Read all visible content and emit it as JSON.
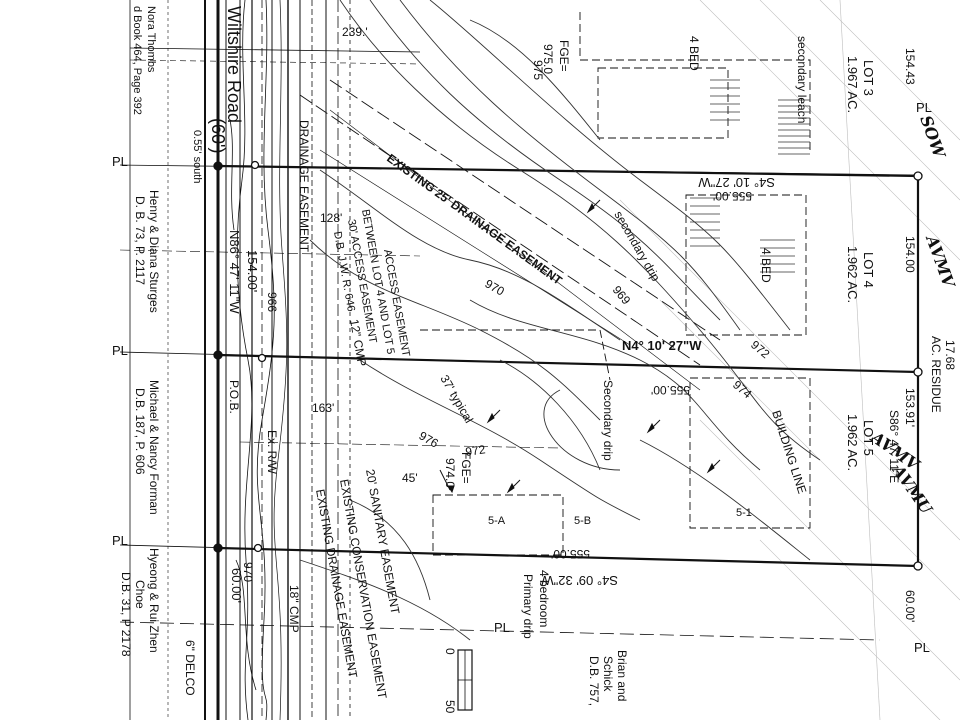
{
  "owners": {
    "nora": [
      "Nora Thombs",
      "d Book 464, Page 392"
    ],
    "sturges": [
      "Henry & Diana Sturges",
      "D. B. 73, P. 2117"
    ],
    "forman": [
      "Michael & Nancy Forman",
      "D.B. 187, P. 606"
    ],
    "choe": [
      "Hyeong & Rui Zhen",
      "Choe",
      "D.B. 31, P 2178"
    ],
    "schick": [
      "Brian and",
      "Schick",
      "D.B. 757,"
    ]
  },
  "lots": {
    "lot3": {
      "name": "LOT 3",
      "area": "1.967 AC."
    },
    "lot4": {
      "name": "LOT 4",
      "area": "1.962 AC."
    },
    "lot5": {
      "name": "LOT 5",
      "area": "1.962 AC."
    },
    "residue": {
      "area": "17.68",
      "label": "AC. RESIDUE"
    }
  },
  "bearings": {
    "line1": "S4° 10' 27\"W",
    "line2": "N4° 10' 27\"W",
    "line3": "S4° 09' 32\"W",
    "east": "S86° 47' 11\"E",
    "north": "N86° 47' 11\"W"
  },
  "distances": {
    "len1": "555.00'",
    "len2": "555.00'",
    "len3": "555.00'",
    "d154a": "154.43",
    "d154b": "154.00",
    "d153": "153.91'",
    "d60": "60.00'",
    "d239": "239.'",
    "d128": "128'",
    "d163": "163'",
    "road": "154.00'",
    "road60": "60.00'",
    "w_road": "(60')"
  },
  "road": {
    "name": "Wiltshire Road",
    "south": "0.55' south"
  },
  "easements": {
    "drain_existing": "EXISTING 25' DRAINAGE EASEMENT",
    "drainage_left": "DRAINAGE EASEMENT",
    "access_between": "BETWEEN LOT 4 AND LOT 5",
    "access30": "30' ACCESS EASEMENT",
    "access_db": "D.B. J.W. R. 646",
    "access_vert": "ACCESS EASEMENT",
    "sanitary": "20' SANITARY EASEMENT",
    "conservation": "EXISTING CONSERVATION EASEMENT",
    "drainage_exist2": "EXISTING DRAINAGE EASEMENT"
  },
  "notes": {
    "bed4a": "4 BED",
    "bed4b": "4 BED",
    "bed4c": "4 bedroom",
    "primary": "Primary drip",
    "secondary1": "secondary leach",
    "secondary2": "secondary drip",
    "secondary3": "Secondary drip",
    "fge1": "FGE=",
    "fge1v": "975.0",
    "fge2": "FGE=",
    "fge2v": "974.0",
    "typical": "37' typical",
    "building": "BUILDING LINE",
    "cmp": "12\" CMP",
    "rw": "Ex. R/W",
    "pob": "P.O.B.",
    "d45": "45'",
    "s5a": "5-A",
    "s5b": "5-B",
    "s5c": "5-1",
    "delco": "6\" DELCO",
    "cmp18": "18\" CMP"
  },
  "contours": [
    "975",
    "972",
    "970",
    "969",
    "966",
    "972",
    "974",
    "970",
    "976"
  ],
  "handwriting": {
    "h1": "SOW",
    "h2": "AVMV",
    "h3": "AVMV",
    "h4": "AVMU"
  },
  "scale": {
    "top": "0",
    "bottom": "50"
  },
  "pins": [
    "PL",
    "PL",
    "PL",
    "PL",
    "PL",
    "PL"
  ]
}
